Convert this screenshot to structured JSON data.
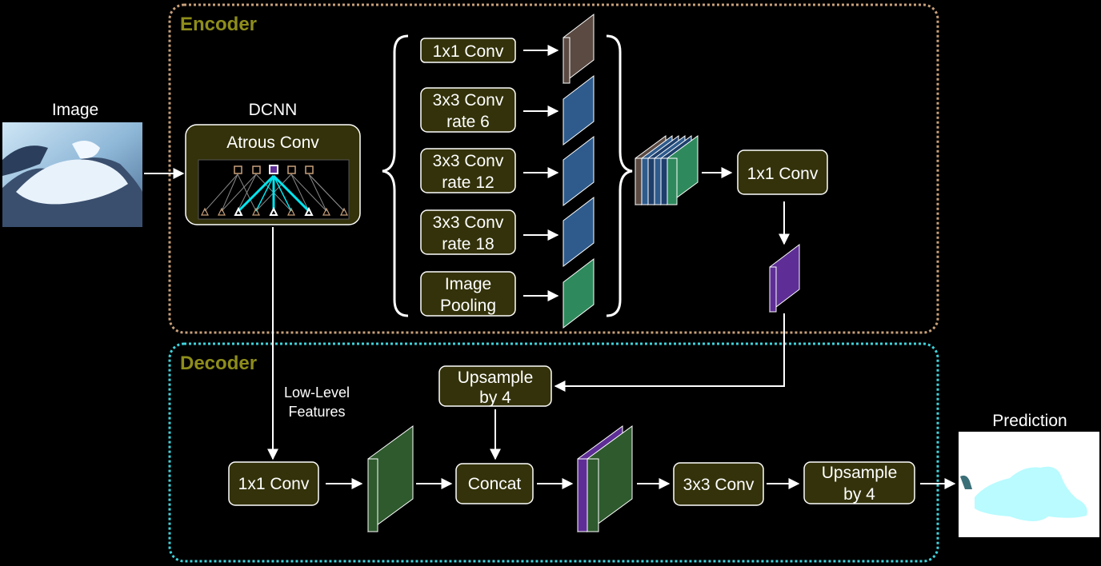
{
  "encoder": {
    "title": "Encoder"
  },
  "decoder": {
    "title": "Decoder"
  },
  "input": {
    "label": "Image"
  },
  "dcnn": {
    "label": "DCNN",
    "block_label": "Atrous Conv"
  },
  "aspp": {
    "branches": [
      {
        "line1": "1x1 Conv",
        "line2": ""
      },
      {
        "line1": "3x3 Conv",
        "line2": "rate 6"
      },
      {
        "line1": "3x3 Conv",
        "line2": "rate 12"
      },
      {
        "line1": "3x3 Conv",
        "line2": "rate 18"
      },
      {
        "line1": "Image",
        "line2": "Pooling"
      }
    ],
    "fuse_label": "1x1 Conv"
  },
  "low_level": {
    "line1": "Low-Level",
    "line2": "Features"
  },
  "decoder_ops": {
    "upsample1": {
      "line1": "Upsample",
      "line2": "by 4"
    },
    "conv1x1": "1x1 Conv",
    "concat": "Concat",
    "conv3x3": "3x3 Conv",
    "upsample2": {
      "line1": "Upsample",
      "line2": "by 4"
    }
  },
  "output": {
    "label": "Prediction"
  },
  "colors": {
    "encoder_border": "#c8a07a",
    "decoder_border": "#3fd3dc",
    "title_text": "#8e8d1b",
    "box_fill": "#33320a",
    "feat_brown": "#5a4a42",
    "feat_blue": "#2e5b8c",
    "feat_green": "#2e8a5c",
    "feat_purple": "#5e2e96",
    "feat_darkgreen": "#2e5a2e",
    "prediction_mask": "#b9fbff"
  }
}
